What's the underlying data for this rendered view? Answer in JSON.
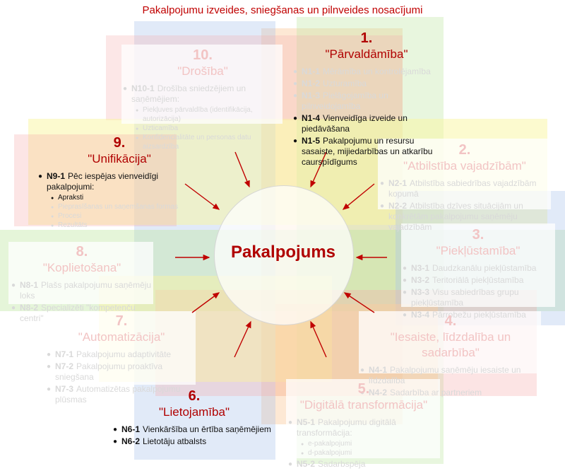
{
  "page_title": "Pakalpojumu izveides, sniegšanas un pilnveides nosacījumi",
  "center_label": "Pakalpojums",
  "colors": {
    "accent_red": "#b00000",
    "arrow": "#c00000"
  },
  "boxes": [
    {
      "id": "n1",
      "num": "1.",
      "title": "\"Pārvaldāmība\"",
      "active": true,
      "items": [
        {
          "code": "N1-1",
          "text": "Mērāmība un kontrolējamība",
          "dim": true
        },
        {
          "code": "N1-2",
          "text": "Uzturamība",
          "dim": true
        },
        {
          "code": "N1-3",
          "text": "Pielāgojamība un pilnveidojamība",
          "dim": true
        },
        {
          "code": "N1-4",
          "text": "Vienveidīga izveide un piedāvāšana",
          "dim": false
        },
        {
          "code": "N1-5",
          "text": "Pakalpojumu un resursu sasaiste, mijiedarbības un atkarību caurspīdīgums",
          "dim": false
        }
      ]
    },
    {
      "id": "n2",
      "num": "2.",
      "title": "\"Atbilstība vajadzībām\"",
      "active": false,
      "items": [
        {
          "code": "N2-1",
          "text": "Atbilstība sabiedrības vajadzībām kopumā"
        },
        {
          "code": "N2-2",
          "text": "Atbilstība dzīves situācijām un konkrētām pakalpojumu saņēmēju vajadzībām"
        }
      ]
    },
    {
      "id": "n3",
      "num": "3.",
      "title": "\"Piekļūstamība\"",
      "active": false,
      "items": [
        {
          "code": "N3-1",
          "text": "Daudzkanālu piekļūstamība"
        },
        {
          "code": "N3-2",
          "text": "Teritoriālā piekļūstamība"
        },
        {
          "code": "N3-3",
          "text": "Visu sabiedrības grupu piekļūstamība"
        },
        {
          "code": "N3-4",
          "text": "Pārrobežu piekļūstamība"
        }
      ]
    },
    {
      "id": "n4",
      "num": "4.",
      "title": "\"Iesaiste, līdzdalība un sadarbība\"",
      "active": false,
      "items": [
        {
          "code": "N4-1",
          "text": "Pakalpojumu saņēmēju iesaiste un līdzdalība"
        },
        {
          "code": "N4-2",
          "text": "Sadarbība ar partneriem"
        }
      ]
    },
    {
      "id": "n5",
      "num": "5.",
      "title": "\"Digitālā transformācija\"",
      "active": false,
      "items": [
        {
          "code": "N5-1",
          "text": "Pakalpojumu digitālā transformācija:",
          "sub": [
            "e-pakalpojumi",
            "d-pakalpojumi"
          ]
        },
        {
          "code": "N5-2",
          "text": "Sadarbspēja"
        }
      ]
    },
    {
      "id": "n6",
      "num": "6.",
      "title": "\"Lietojamība\"",
      "active": true,
      "items": [
        {
          "code": "N6-1",
          "text": "Vienkāršība un ērtība saņēmējiem",
          "dim": false
        },
        {
          "code": "N6-2",
          "text": "Lietotāju atbalsts",
          "dim": false
        }
      ]
    },
    {
      "id": "n7",
      "num": "7.",
      "title": "\"Automatizācija\"",
      "active": false,
      "items": [
        {
          "code": "N7-1",
          "text": "Pakalpojumu adaptivitāte"
        },
        {
          "code": "N7-2",
          "text": "Pakalpojumu proaktīva sniegšana"
        },
        {
          "code": "N7-3",
          "text": "Automatizētas pakalpojumu plūsmas"
        }
      ]
    },
    {
      "id": "n8",
      "num": "8.",
      "title": "\"Koplietošana\"",
      "active": false,
      "items": [
        {
          "code": "N8-1",
          "text": "Plašs pakalpojumu saņēmēju loks"
        },
        {
          "code": "N8-2",
          "text": "Specializēti \"kompetenču centri\""
        }
      ]
    },
    {
      "id": "n9",
      "num": "9.",
      "title": "\"Unifikācija\"",
      "active": true,
      "items": [
        {
          "code": "N9-1",
          "text": "Pēc iespējas vienveidīgi pakalpojumi:",
          "dim": false,
          "sub": [
            "Apraksti",
            "Pieprasīšanas un saņemšanas formas",
            "Procesi",
            "Rezultāts"
          ],
          "sub_dim_from": 1
        }
      ]
    },
    {
      "id": "n10",
      "num": "10.",
      "title": "\"Drošība\"",
      "active": false,
      "items": [
        {
          "code": "N10-1",
          "text": "Drošība sniedzējiem un saņēmējiem:",
          "sub": [
            "Piekļuves pārvaldība (identifikācija, autorizācija)",
            "Uzticamība",
            "Konfidencialitāte un personas datu aizsardzība"
          ]
        }
      ]
    }
  ]
}
